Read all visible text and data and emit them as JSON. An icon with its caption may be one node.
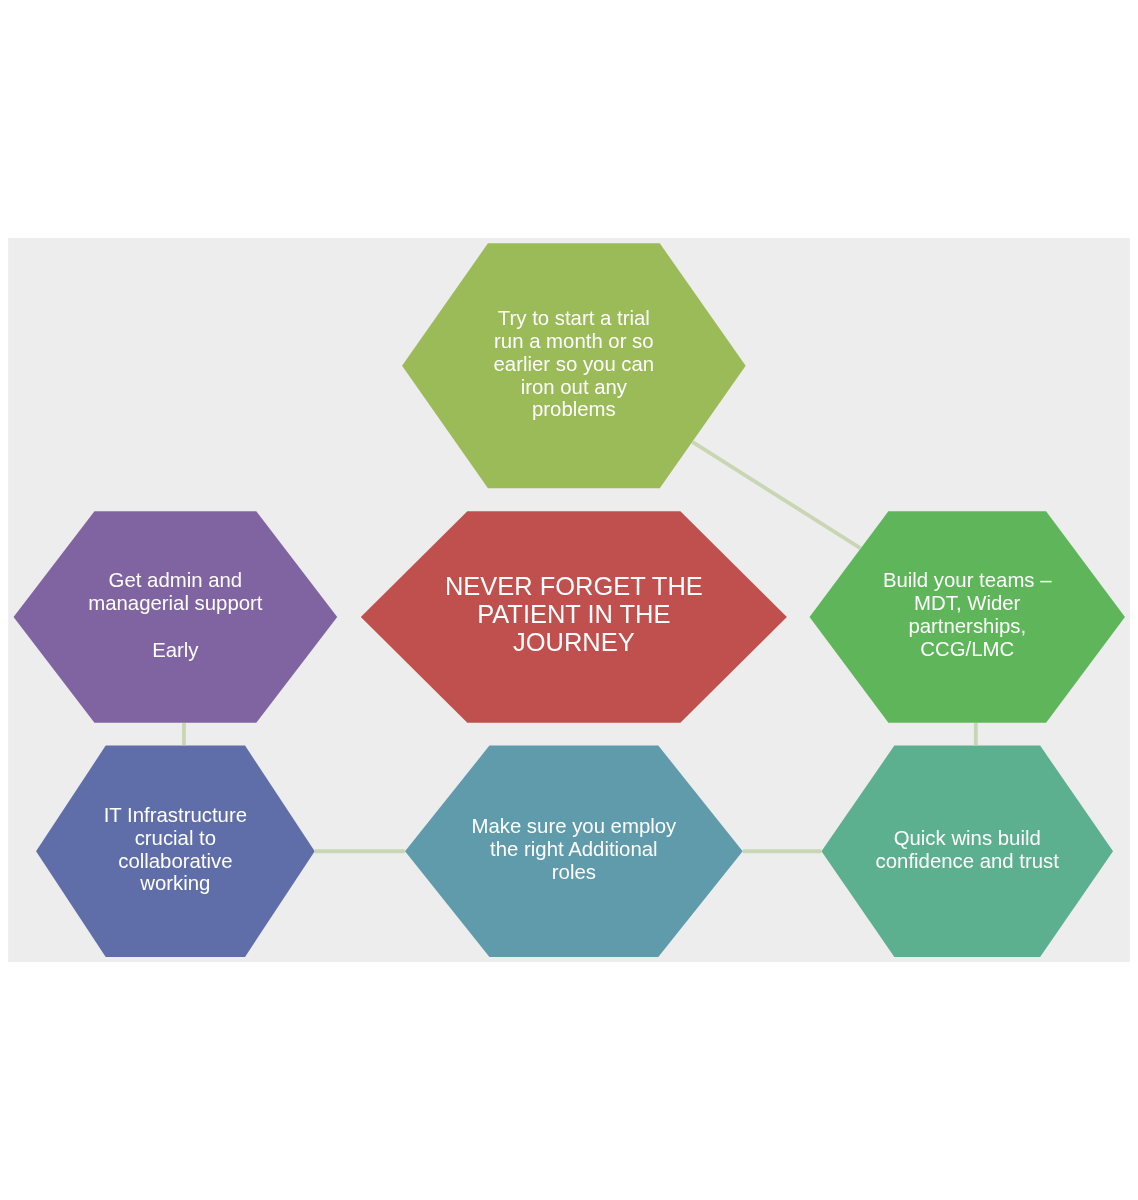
{
  "diagram": {
    "nodes": [
      {
        "text": [
          "Try to start a trial run a month or so earlier so you can iron out any problems"
        ]
      },
      {
        "text": [
          "Get admin and managerial support",
          "Early"
        ]
      },
      {
        "text": [
          "Build your teams – MDT, Wider partnerships, CCG/LMC"
        ]
      },
      {
        "text": [
          "NEVER FORGET THE PATIENT IN THE JOURNEY"
        ]
      },
      {
        "text": [
          "IT Infrastructure crucial to collaborative working"
        ]
      },
      {
        "text": [
          "Quick wins build confidence and trust"
        ]
      },
      {
        "text": [
          "Make sure you employ the right Additional roles"
        ]
      }
    ],
    "edges": [
      {
        "from": 0,
        "to": 2,
        "arrow": "none"
      },
      {
        "from": 2,
        "to": 5,
        "arrow": "none"
      },
      {
        "from": 5,
        "to": 6,
        "arrow": "none"
      },
      {
        "from": 6,
        "to": 4,
        "arrow": "none"
      },
      {
        "from": 4,
        "to": 1,
        "arrow": "none"
      }
    ]
  }
}
